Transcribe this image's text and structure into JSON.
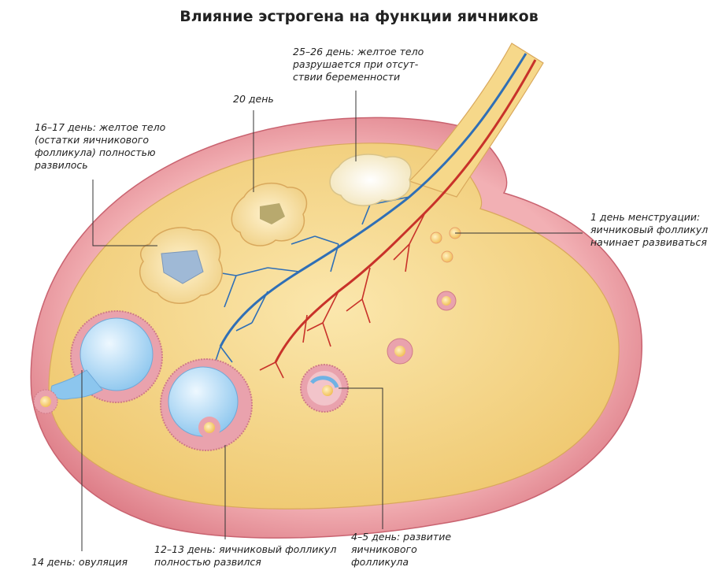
{
  "title": "Влияние эстрогена на функции яичников",
  "labels": {
    "day1": "1 день менструации:\nяичниковый фолликул\nначинает развиваться",
    "day4_5": "4–5 день: развитие\nяичникового\nфолликула",
    "day12_13": "12–13 день: яичниковый фолликул\nполностью развился",
    "day14": "14 день: овуляция",
    "day16_17": "16–17 день: желтое тело\n(остатки яичникового\nфолликула) полностью\nразвилось",
    "day20": "20 день",
    "day25_26": "25–26 день: желтое тело\nразрушается при отсут-\nствии беременности"
  },
  "colors": {
    "ovary_fill": "#f6d88a",
    "capsule": "#e48a92",
    "artery": "#c8322a",
    "vein": "#2f6fb6",
    "follicle_fluid": "#b6dcf6",
    "granulosa": "#e9a2ad",
    "oocyte": "#f7cf6a",
    "corpus_luteum": "#f5dc9e"
  }
}
